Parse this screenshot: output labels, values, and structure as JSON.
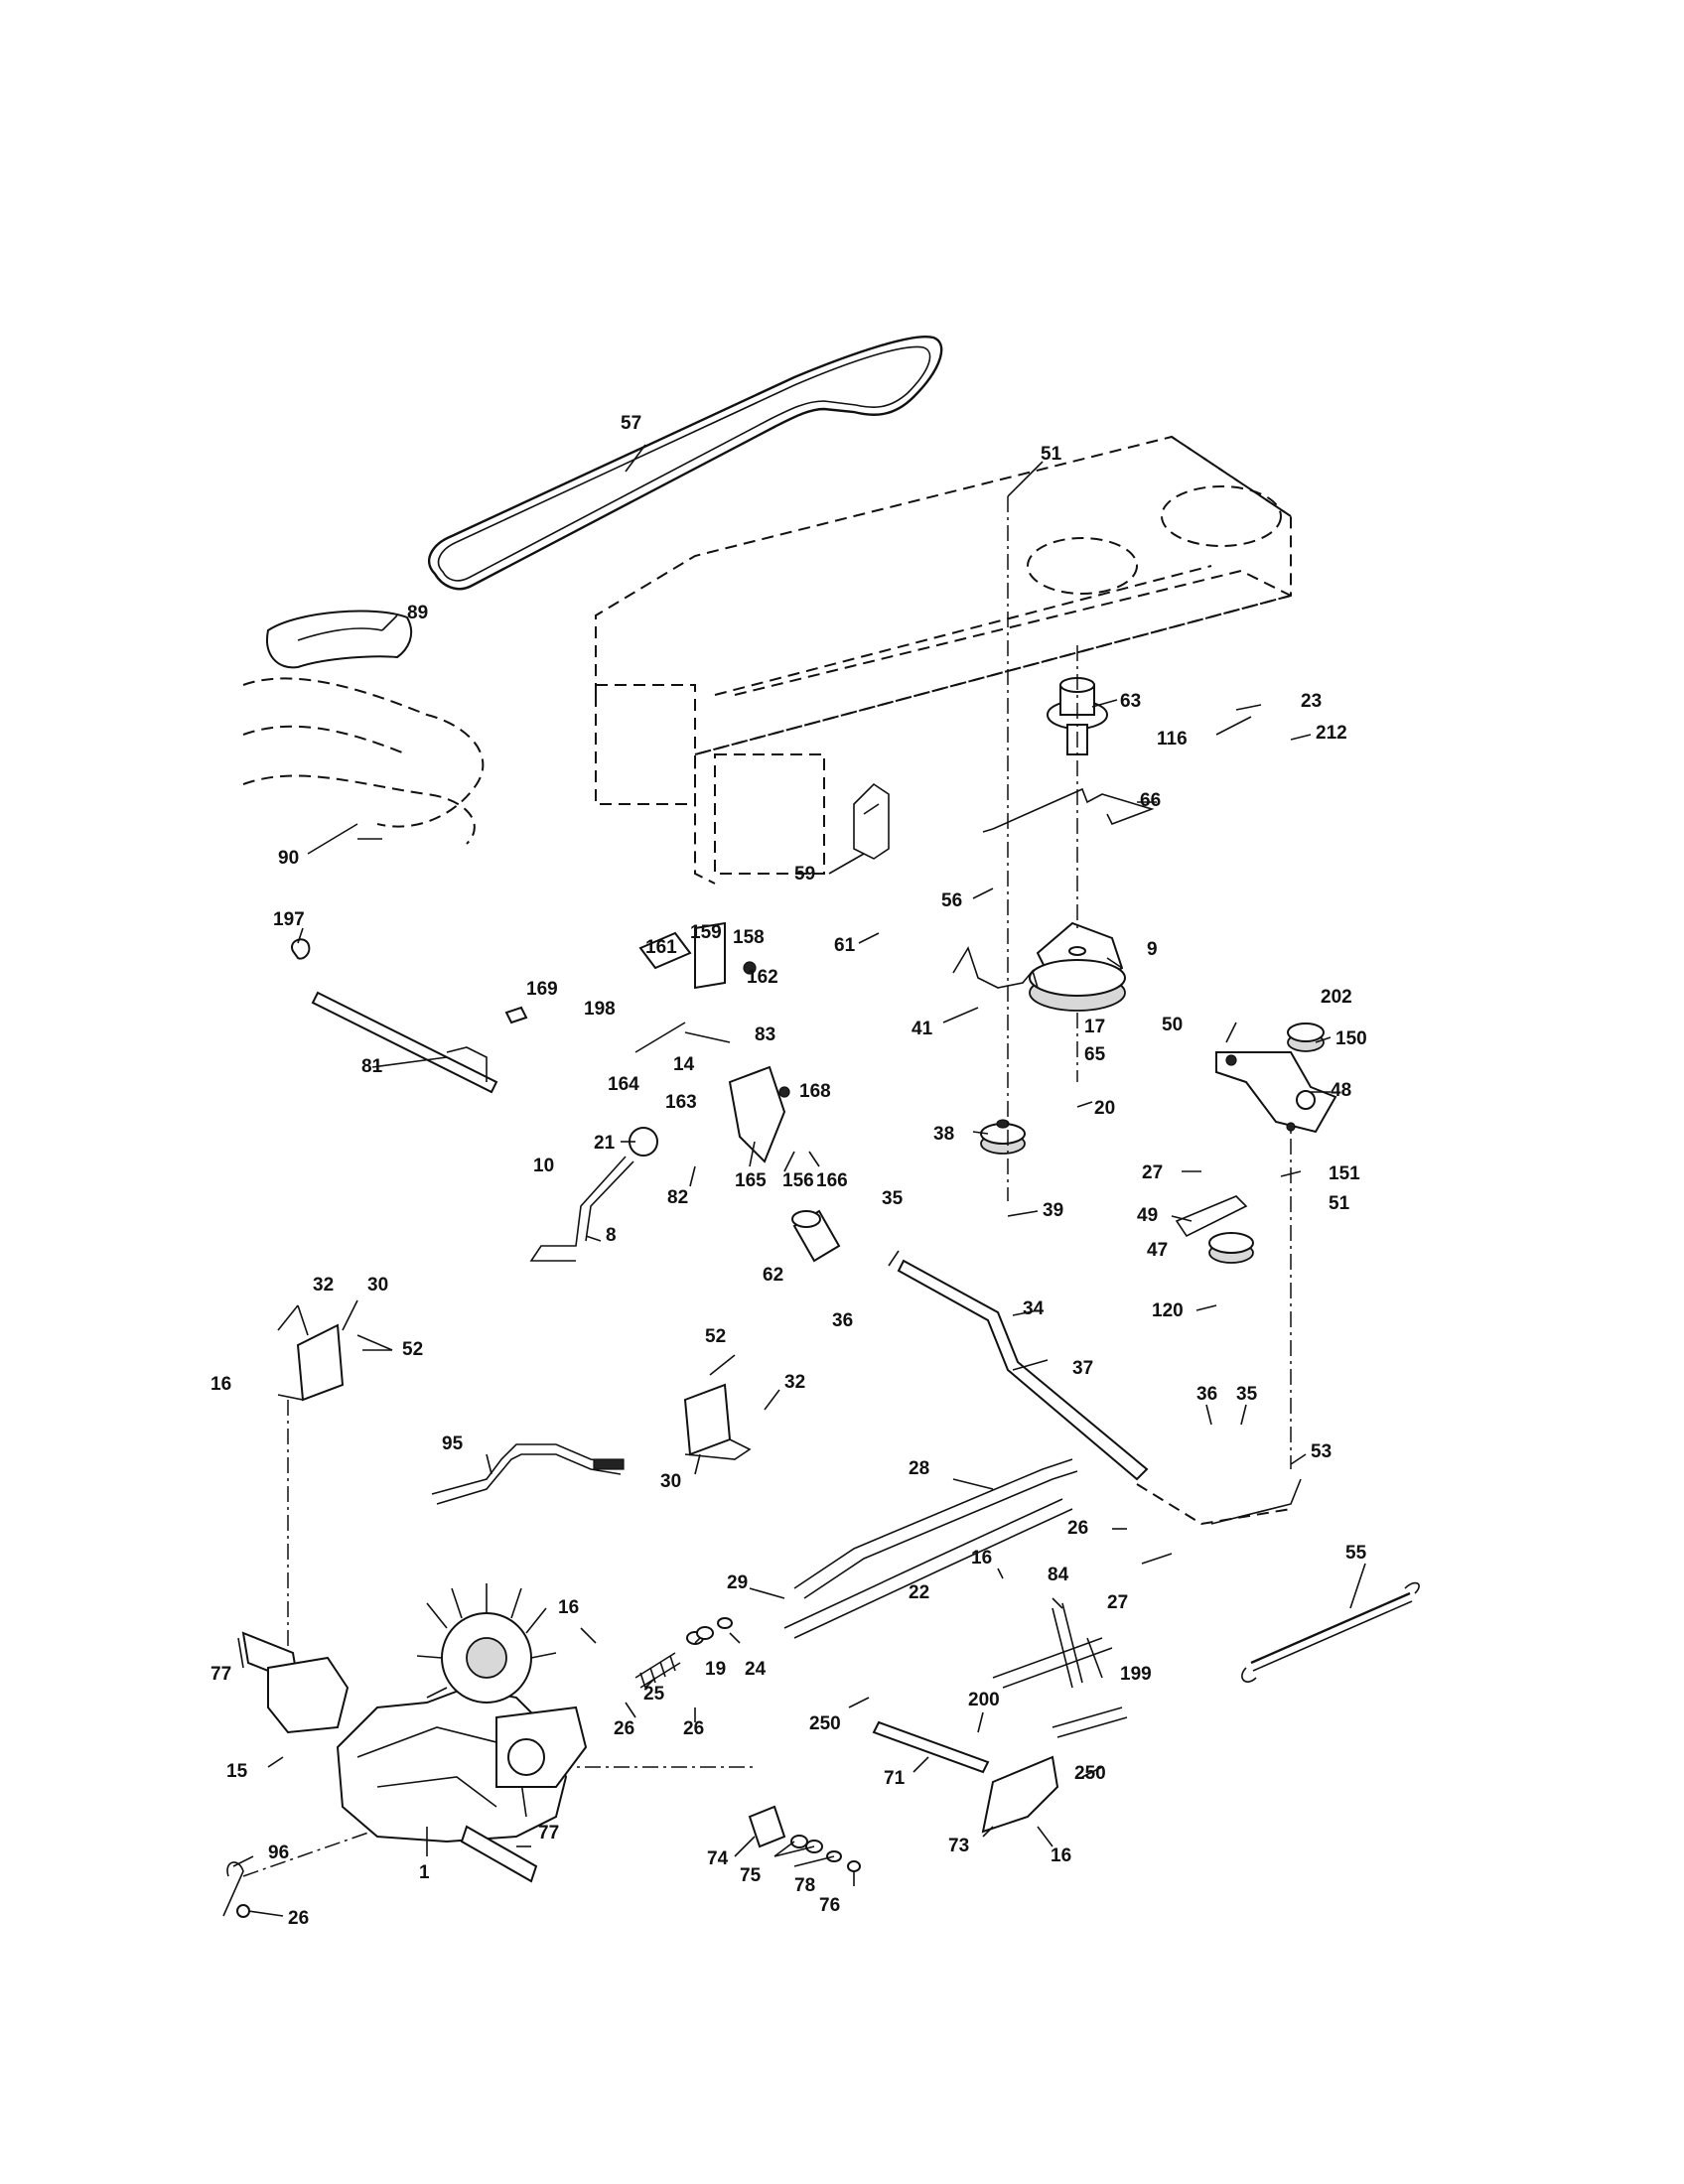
{
  "callouts": [
    "57",
    "51",
    "89",
    "63",
    "23",
    "116",
    "212",
    "66",
    "90",
    "59",
    "56",
    "61",
    "197",
    "161",
    "159",
    "158",
    "169",
    "162",
    "198",
    "83",
    "81",
    "164",
    "14",
    "163",
    "168",
    "9",
    "41",
    "17",
    "65",
    "50",
    "202",
    "150",
    "48",
    "20",
    "38",
    "39",
    "21",
    "82",
    "165",
    "156",
    "166",
    "10",
    "8",
    "27",
    "151",
    "51",
    "49",
    "47",
    "120",
    "35",
    "62",
    "36",
    "34",
    "37",
    "32",
    "30",
    "52",
    "16",
    "52",
    "32",
    "30",
    "95",
    "36",
    "35",
    "53",
    "28",
    "26",
    "55",
    "29",
    "22",
    "16",
    "84",
    "27",
    "16",
    "19",
    "24",
    "199",
    "77",
    "25",
    "26",
    "26",
    "200",
    "250",
    "15",
    "71",
    "250",
    "73",
    "16",
    "77",
    "74",
    "75",
    "78",
    "76",
    "96",
    "1",
    "26"
  ]
}
